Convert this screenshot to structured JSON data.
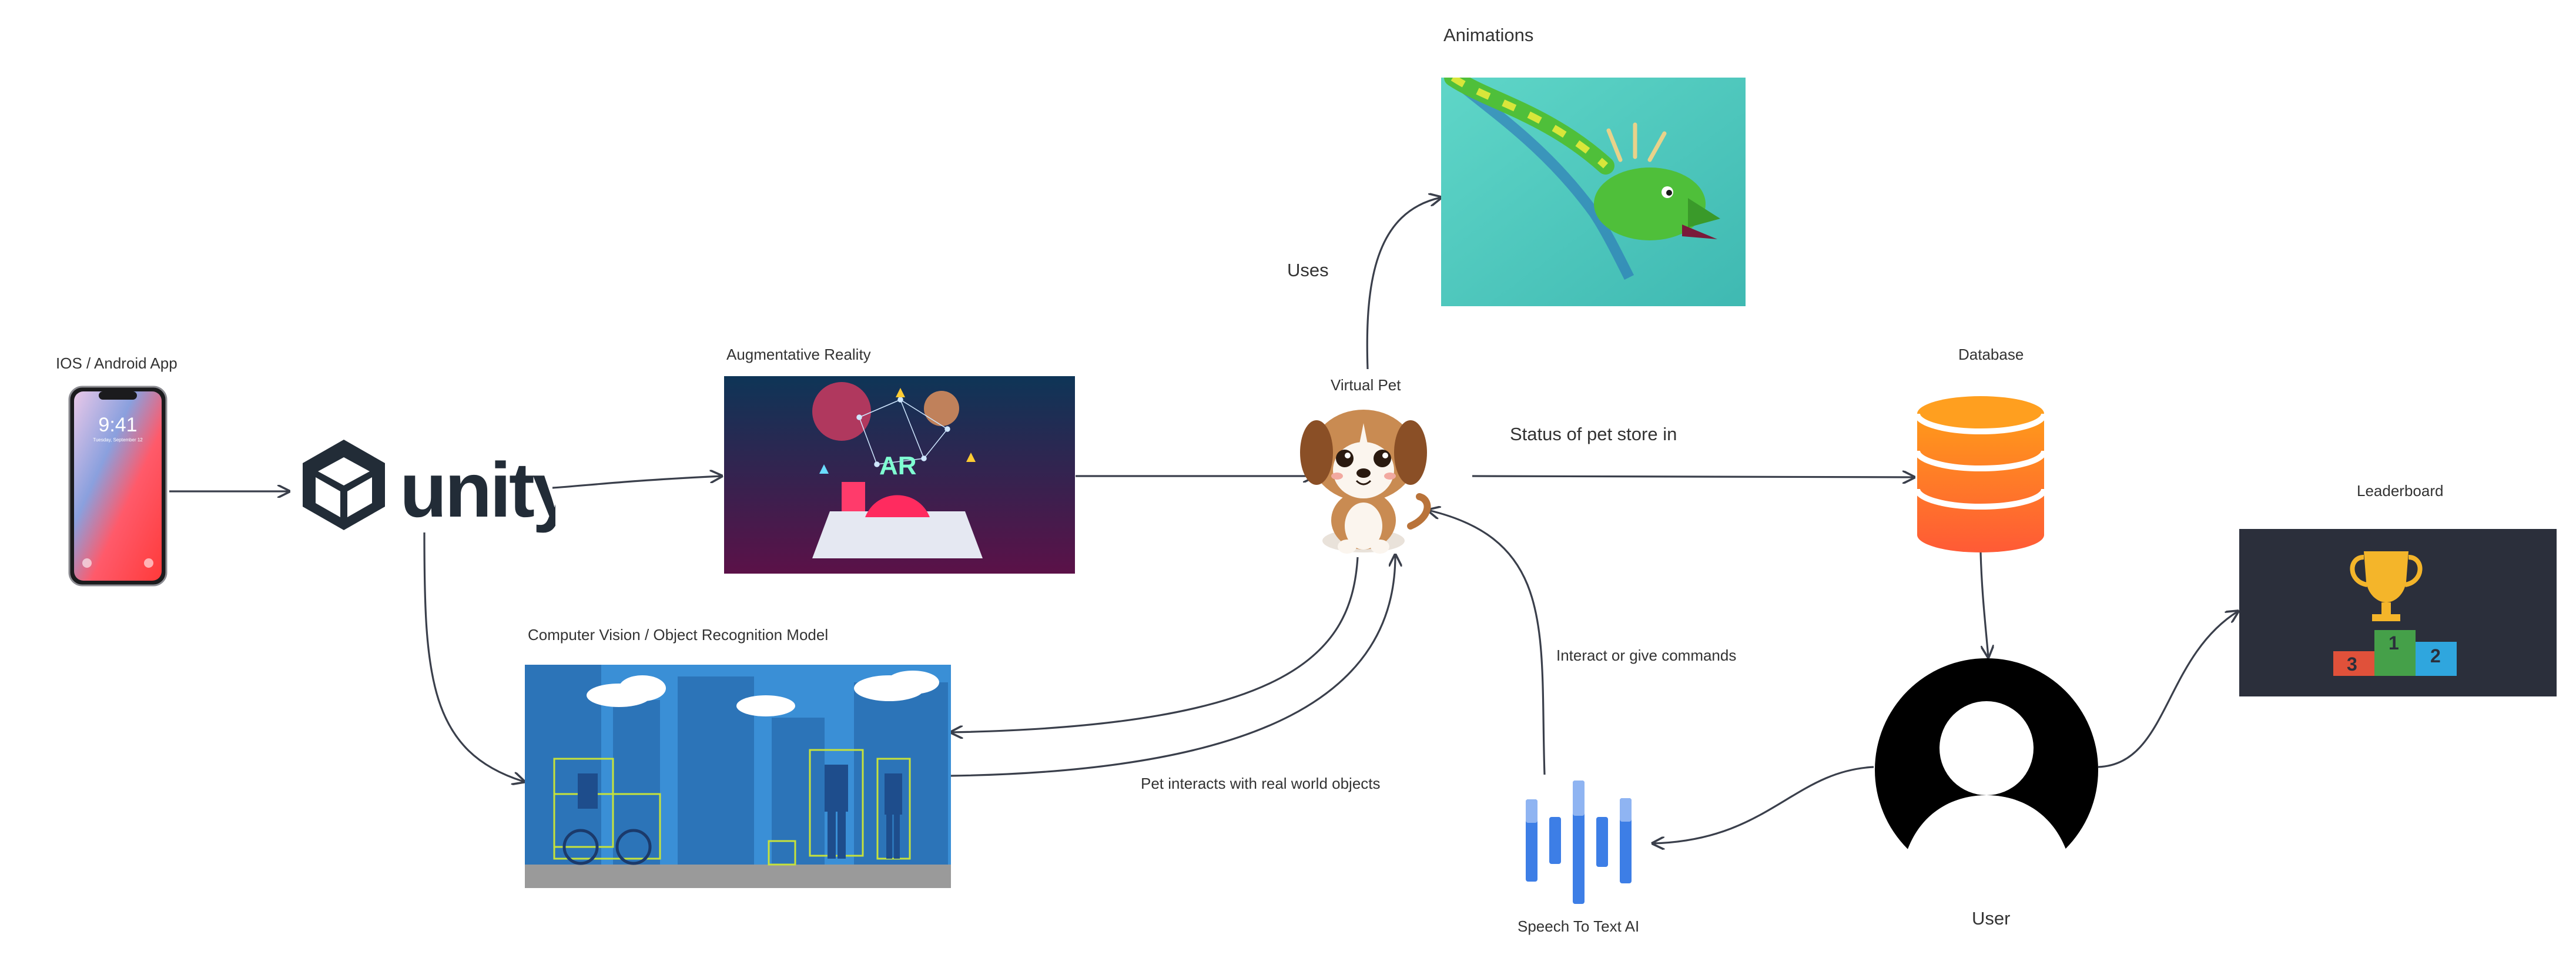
{
  "diagram": {
    "nodes": {
      "phone": {
        "label": "IOS / Android App",
        "time": "9:41",
        "date": "Tuesday, September 12"
      },
      "unity": {
        "label": "",
        "wordmark": "unity"
      },
      "ar": {
        "label": "Augmentative Reality",
        "badge": "AR"
      },
      "cv": {
        "label": "Computer Vision / Object Recognition Model"
      },
      "pet": {
        "label": "Virtual Pet"
      },
      "animations": {
        "label": "Animations"
      },
      "database": {
        "label": "Database"
      },
      "user": {
        "label": "User"
      },
      "speech": {
        "label": "Speech To Text AI"
      },
      "leaderboard": {
        "label": "Leaderboard",
        "places": [
          "3",
          "1",
          "2"
        ]
      }
    },
    "edges": {
      "uses": "Uses",
      "status": "Status of pet store in",
      "interact": "Interact or give commands",
      "real_world": "Pet interacts with real world objects"
    }
  },
  "colors": {
    "line": "#3a3f4b",
    "db_top": "#ff9a1a",
    "db_bottom": "#ff5a36",
    "ar_bg_top": "#0e3557",
    "ar_bg_bottom": "#5b1148",
    "cv_bg": "#3a8fd6",
    "leaderboard_bg": "#2b2f3b",
    "speech_blue": "#3d7ee6"
  }
}
